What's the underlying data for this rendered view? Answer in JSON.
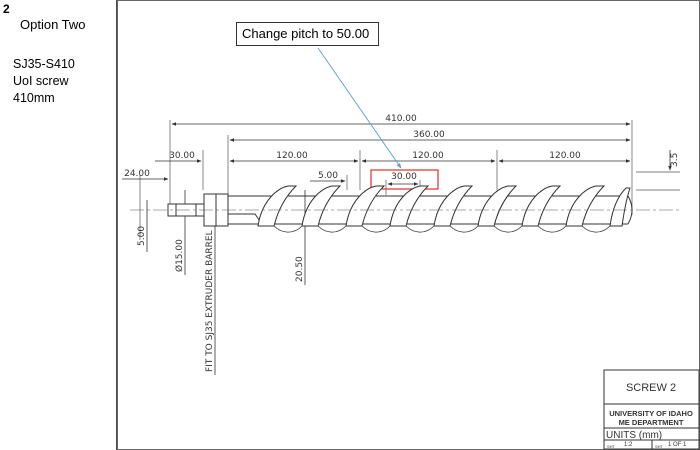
{
  "slide": {
    "item_number": "2",
    "option_title": "Option Two",
    "part_lines": [
      "SJ35-S410",
      "UoI screw",
      "410mm"
    ]
  },
  "annotation": {
    "callout_text": "Change pitch to 50.00"
  },
  "drawing": {
    "dimensions": {
      "overall_length": "410.00",
      "thread_length": "360.00",
      "left_step": "30.00",
      "left_end": "24.00",
      "segment_1": "120.00",
      "segment_2": "120.00",
      "segment_3": "120.00",
      "flight_width": "5.00",
      "pitch": "30.00",
      "tail": "3.5",
      "shaft_tab": "5.00",
      "shaft_dia": "Ø15.00",
      "root_dia": "20.50"
    },
    "note": "FIT TO SJ35 EXTRUDER BARREL"
  },
  "title_block": {
    "drawing_name": "SCREW 2",
    "organization": "UNIVERSITY OF IDAHO",
    "department": "ME DEPARTMENT",
    "units": "UNITS (mm)",
    "scale_label": "SHT",
    "scale": "1:2",
    "sheet_label": "SHT",
    "sheet": "1 OF 1"
  },
  "colors": {
    "highlight_box": "#e0302a",
    "leader_line": "#5b9bd5",
    "line": "#333333"
  }
}
